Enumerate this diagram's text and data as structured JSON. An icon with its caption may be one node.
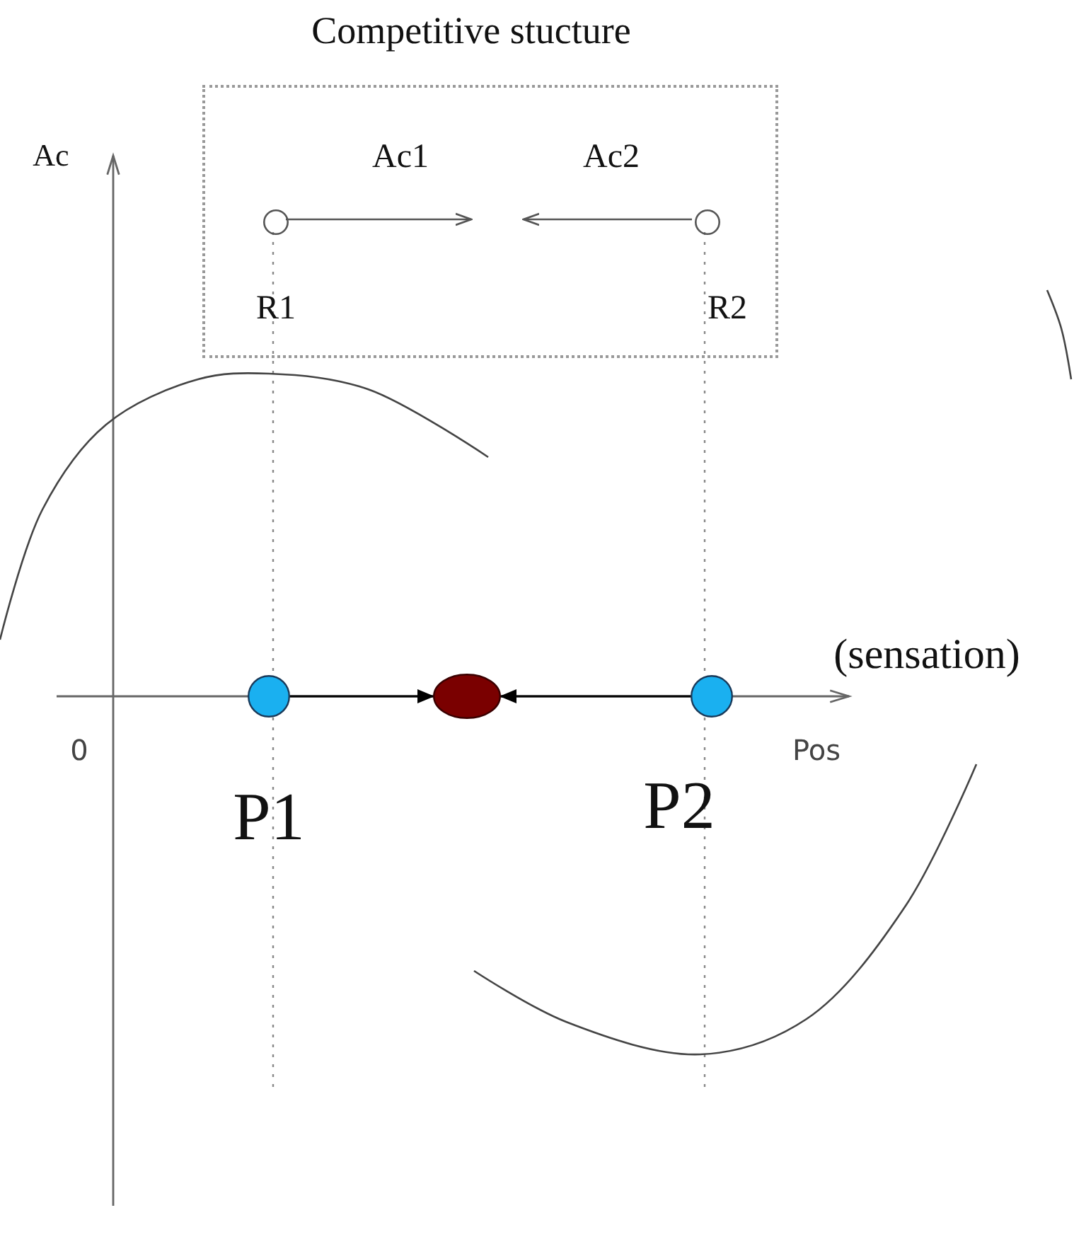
{
  "diagram": {
    "nodes": [
      {
        "text": [],
        "shape": "box",
        "beside": [
          "Competitive stucture"
        ]
      },
      {
        "text": [],
        "shape": "circle",
        "beside": [
          "R1"
        ],
        "in": 0
      },
      {
        "text": [],
        "shape": "circle",
        "beside": [
          "R2"
        ],
        "in": 0
      },
      {
        "text": [],
        "shape": "circle",
        "beside": [
          "P1"
        ]
      },
      {
        "text": [],
        "shape": "ellipse"
      },
      {
        "text": [],
        "shape": "circle",
        "beside": [
          "P2"
        ]
      }
    ],
    "edges": [
      {
        "from": 1,
        "to": null,
        "arrow": "to",
        "label": "Ac1"
      },
      {
        "from": 2,
        "to": null,
        "arrow": "to",
        "label": "Ac2"
      },
      {
        "from": 3,
        "to": 4,
        "arrow": "to",
        "color": "#000000"
      },
      {
        "from": 5,
        "to": 4,
        "arrow": "to",
        "color": "#000000"
      }
    ],
    "labels": [
      "Ac",
      "(sensation)",
      "0",
      "Pos"
    ]
  }
}
